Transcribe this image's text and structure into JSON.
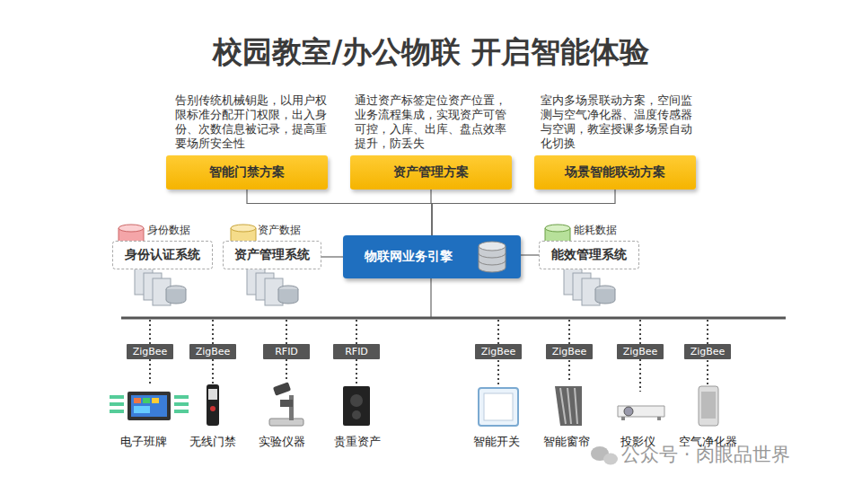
{
  "diagram": {
    "title": "校园教室/办公物联 开启智能体验",
    "nodes": [
      {
        "text": [
          "智能门禁方案"
        ]
      },
      {
        "text": [
          "资产管理方案"
        ]
      },
      {
        "text": [
          "场景智能联动方案"
        ]
      },
      {
        "text": [
          "身份数据",
          "身份认证系统"
        ]
      },
      {
        "text": [
          "资产数据",
          "资产管理系统"
        ]
      },
      {
        "text": [
          "物联网业务引擎"
        ]
      },
      {
        "text": [
          "能耗数据",
          "能效管理系统"
        ]
      },
      {
        "text": [
          "ZigBee"
        ]
      },
      {
        "text": [
          "ZigBee"
        ]
      },
      {
        "text": [
          "RFID"
        ]
      },
      {
        "text": [
          "RFID"
        ]
      },
      {
        "text": [
          "ZigBee"
        ]
      },
      {
        "text": [
          "ZigBee"
        ]
      },
      {
        "text": [
          "ZigBee"
        ]
      },
      {
        "text": [
          "ZigBee"
        ]
      }
    ],
    "edges": [
      {
        "from": 0,
        "to": 5,
        "arrow": "none"
      },
      {
        "from": 1,
        "to": 5,
        "arrow": "none"
      },
      {
        "from": 2,
        "to": 5,
        "arrow": "none"
      },
      {
        "from": 4,
        "to": 5,
        "arrow": "none"
      },
      {
        "from": 5,
        "to": 6,
        "arrow": "none"
      }
    ],
    "labels": [
      "告别传统机械钥匙，以用户权限标准分配开门权限，出入身份、次数信息被记录，提高重要场所安全性",
      "通过资产标签定位资产位置，业务流程集成，实现资产可管可控，入库、出库、盘点效率提升，防丢失",
      "室内多场景联动方案，空间监测与空气净化器、温度传感器与空调，教室授课多场景自动化切换",
      "电子班牌",
      "无线门禁",
      "实验仪器",
      "贵重资产",
      "智能开关",
      "智能窗帘",
      "投影仪",
      "空气净化器",
      "公众号 · 肉眼品世界"
    ]
  }
}
